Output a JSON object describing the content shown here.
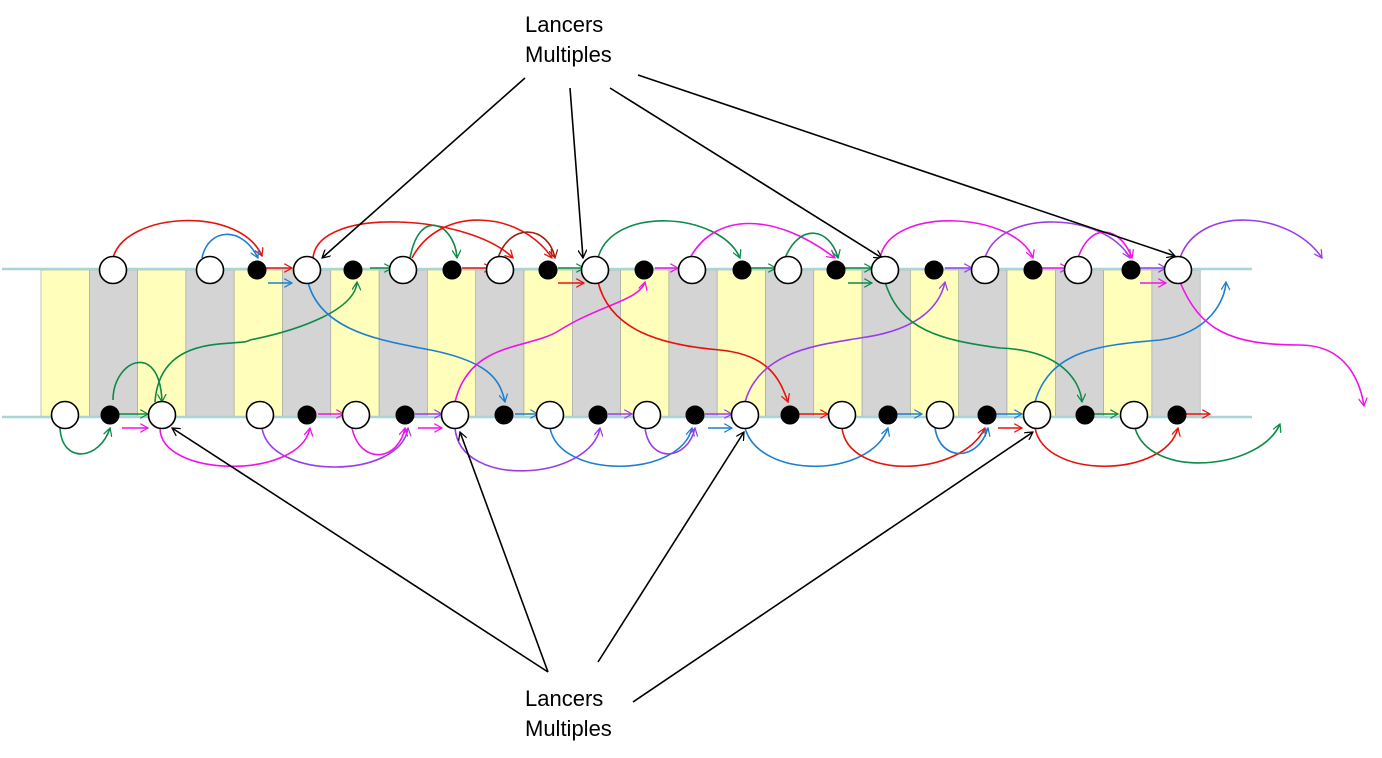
{
  "labels": {
    "top": [
      "Lancers",
      "Multiples"
    ],
    "bottom": [
      "Lancers",
      "Multiples"
    ]
  },
  "colors": {
    "yellow_band": "#FFFFBB",
    "gray_band": "#D4D4D4",
    "rail": "#A9D5D8",
    "red": "#E8120C",
    "blue": "#1B7FD0",
    "green": "#0C8A48",
    "magenta": "#F012E8",
    "purple": "#9B3CEB",
    "dark_red": "#A02010",
    "pointer": "#000000"
  }
}
